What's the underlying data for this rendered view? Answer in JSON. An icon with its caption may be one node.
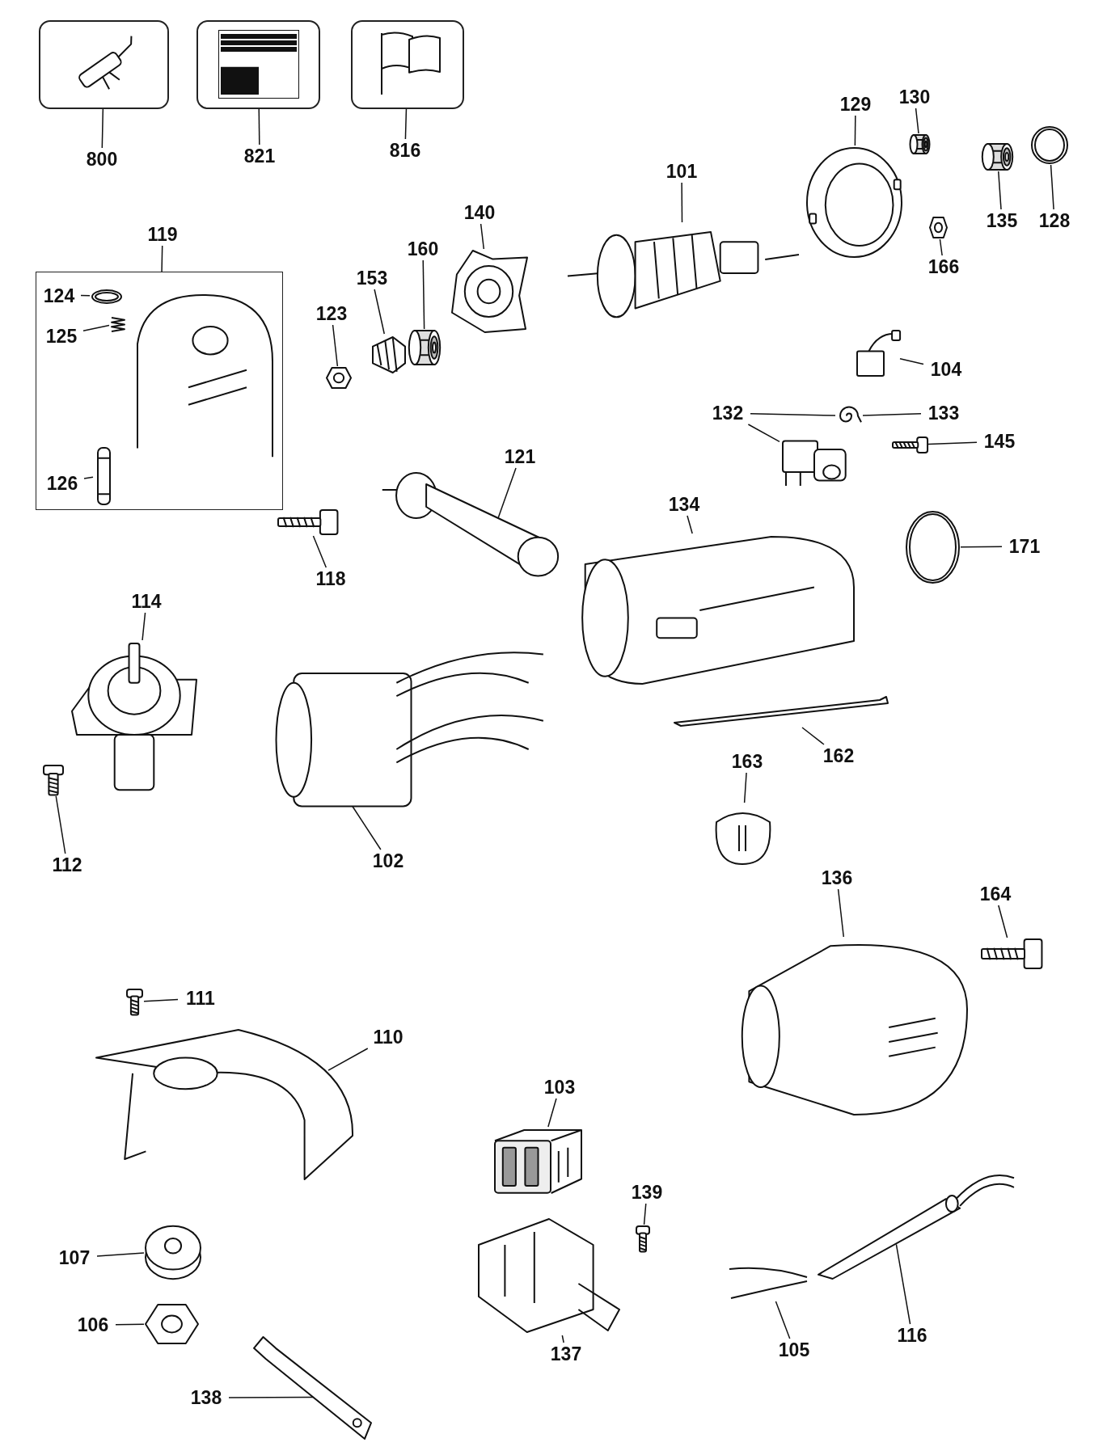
{
  "diagram": {
    "nodes": [
      {
        "text": [
          "800"
        ]
      },
      {
        "text": [],
        "shape": "box"
      },
      {
        "text": [
          "821"
        ]
      },
      {
        "text": [],
        "shape": "box"
      },
      {
        "text": [
          "816"
        ]
      },
      {
        "text": [],
        "shape": "box"
      },
      {
        "text": [
          "119"
        ]
      },
      {
        "text": [],
        "shape": "box"
      },
      {
        "text": [
          "124"
        ],
        "in": 7
      },
      {
        "text": [],
        "shape": "picture",
        "in": 7
      },
      {
        "text": [
          "125"
        ],
        "in": 7
      },
      {
        "text": [],
        "shape": "picture",
        "in": 7
      },
      {
        "text": [
          "126"
        ],
        "in": 7
      },
      {
        "text": [],
        "shape": "picture",
        "in": 7
      },
      {
        "text": [
          "123"
        ]
      },
      {
        "text": [],
        "shape": "picture"
      },
      {
        "text": [
          "153"
        ]
      },
      {
        "text": [],
        "shape": "picture"
      },
      {
        "text": [
          "160"
        ]
      },
      {
        "text": [],
        "shape": "picture"
      },
      {
        "text": [
          "140"
        ]
      },
      {
        "text": [],
        "shape": "picture"
      },
      {
        "text": [
          "101"
        ]
      },
      {
        "text": [],
        "shape": "picture"
      },
      {
        "text": [
          "129"
        ]
      },
      {
        "text": [],
        "shape": "picture"
      },
      {
        "text": [
          "130"
        ]
      },
      {
        "text": [],
        "shape": "picture"
      },
      {
        "text": [
          "166"
        ]
      },
      {
        "text": [],
        "shape": "picture"
      },
      {
        "text": [
          "135"
        ]
      },
      {
        "text": [],
        "shape": "picture"
      },
      {
        "text": [
          "128"
        ]
      },
      {
        "text": [],
        "shape": "picture"
      },
      {
        "text": [
          "104"
        ]
      },
      {
        "text": [],
        "shape": "picture"
      },
      {
        "text": [
          "132"
        ]
      },
      {
        "text": [
          "133"
        ]
      },
      {
        "text": [],
        "shape": "picture"
      },
      {
        "text": [],
        "shape": "picture"
      },
      {
        "text": [
          "145"
        ]
      },
      {
        "text": [],
        "shape": "picture"
      },
      {
        "text": [
          "121"
        ]
      },
      {
        "text": [],
        "shape": "picture"
      },
      {
        "text": [
          "118"
        ]
      },
      {
        "text": [],
        "shape": "picture"
      },
      {
        "text": [
          "134"
        ]
      },
      {
        "text": [],
        "shape": "picture"
      },
      {
        "text": [
          "171"
        ]
      },
      {
        "text": [],
        "shape": "picture"
      },
      {
        "text": [
          "114"
        ]
      },
      {
        "text": [],
        "shape": "picture"
      },
      {
        "text": [
          "112"
        ]
      },
      {
        "text": [],
        "shape": "picture"
      },
      {
        "text": [
          "102"
        ]
      },
      {
        "text": [],
        "shape": "picture"
      },
      {
        "text": [
          "162"
        ]
      },
      {
        "text": [],
        "shape": "picture"
      },
      {
        "text": [
          "163"
        ]
      },
      {
        "text": [],
        "shape": "picture"
      },
      {
        "text": [
          "136"
        ]
      },
      {
        "text": [],
        "shape": "picture"
      },
      {
        "text": [
          "164"
        ]
      },
      {
        "text": [],
        "shape": "picture"
      },
      {
        "text": [
          "111"
        ]
      },
      {
        "text": [],
        "shape": "picture"
      },
      {
        "text": [
          "110"
        ]
      },
      {
        "text": [],
        "shape": "picture"
      },
      {
        "text": [
          "103"
        ]
      },
      {
        "text": [],
        "shape": "picture"
      },
      {
        "text": [
          "139"
        ]
      },
      {
        "text": [],
        "shape": "picture"
      },
      {
        "text": [
          "137"
        ]
      },
      {
        "text": [],
        "shape": "picture"
      },
      {
        "text": [
          "107"
        ]
      },
      {
        "text": [],
        "shape": "picture"
      },
      {
        "text": [
          "106"
        ]
      },
      {
        "text": [],
        "shape": "picture"
      },
      {
        "text": [
          "138"
        ]
      },
      {
        "text": [],
        "shape": "picture"
      },
      {
        "text": [
          "105"
        ]
      },
      {
        "text": [],
        "shape": "picture"
      },
      {
        "text": [
          "116"
        ]
      },
      {
        "text": [],
        "shape": "picture"
      }
    ],
    "edges": [
      {
        "from": 0,
        "to": 1,
        "arrow": "none"
      },
      {
        "from": 2,
        "to": 3,
        "arrow": "none"
      },
      {
        "from": 4,
        "to": 5,
        "arrow": "none"
      },
      {
        "from": 6,
        "to": 7,
        "arrow": "none"
      },
      {
        "from": 8,
        "to": 9,
        "arrow": "none"
      },
      {
        "from": 10,
        "to": 11,
        "arrow": "none"
      },
      {
        "from": 12,
        "to": 13,
        "arrow": "none"
      },
      {
        "from": 14,
        "to": 15,
        "arrow": "none"
      },
      {
        "from": 16,
        "to": 17,
        "arrow": "none"
      },
      {
        "from": 18,
        "to": 19,
        "arrow": "none"
      },
      {
        "from": 20,
        "to": 21,
        "arrow": "none"
      },
      {
        "from": 22,
        "to": 23,
        "arrow": "none"
      },
      {
        "from": 24,
        "to": 25,
        "arrow": "none"
      },
      {
        "from": 26,
        "to": 27,
        "arrow": "none"
      },
      {
        "from": 28,
        "to": 29,
        "arrow": "none"
      },
      {
        "from": 30,
        "to": 31,
        "arrow": "none"
      },
      {
        "from": 32,
        "to": 33,
        "arrow": "none"
      },
      {
        "from": 34,
        "to": 35,
        "arrow": "none"
      },
      {
        "from": 36,
        "to": 38,
        "arrow": "none"
      },
      {
        "from": 36,
        "to": 39,
        "arrow": "none"
      },
      {
        "from": 37,
        "to": 38,
        "arrow": "none"
      },
      {
        "from": 40,
        "to": 41,
        "arrow": "none"
      },
      {
        "from": 42,
        "to": 43,
        "arrow": "none"
      },
      {
        "from": 44,
        "to": 45,
        "arrow": "none"
      },
      {
        "from": 46,
        "to": 47,
        "arrow": "none"
      },
      {
        "from": 48,
        "to": 49,
        "arrow": "none"
      },
      {
        "from": 50,
        "to": 51,
        "arrow": "none"
      },
      {
        "from": 52,
        "to": 53,
        "arrow": "none"
      },
      {
        "from": 54,
        "to": 55,
        "arrow": "none"
      },
      {
        "from": 56,
        "to": 57,
        "arrow": "none"
      },
      {
        "from": 58,
        "to": 59,
        "arrow": "none"
      },
      {
        "from": 60,
        "to": 61,
        "arrow": "none"
      },
      {
        "from": 62,
        "to": 63,
        "arrow": "none"
      },
      {
        "from": 64,
        "to": 65,
        "arrow": "none"
      },
      {
        "from": 66,
        "to": 67,
        "arrow": "none"
      },
      {
        "from": 68,
        "to": 69,
        "arrow": "none"
      },
      {
        "from": 70,
        "to": 71,
        "arrow": "none"
      },
      {
        "from": 72,
        "to": 73,
        "arrow": "none"
      },
      {
        "from": 74,
        "to": 75,
        "arrow": "none"
      },
      {
        "from": 76,
        "to": 77,
        "arrow": "none"
      },
      {
        "from": 78,
        "to": 79,
        "arrow": "none"
      },
      {
        "from": 80,
        "to": 81,
        "arrow": "none"
      },
      {
        "from": 82,
        "to": 83,
        "arrow": "none"
      }
    ]
  }
}
